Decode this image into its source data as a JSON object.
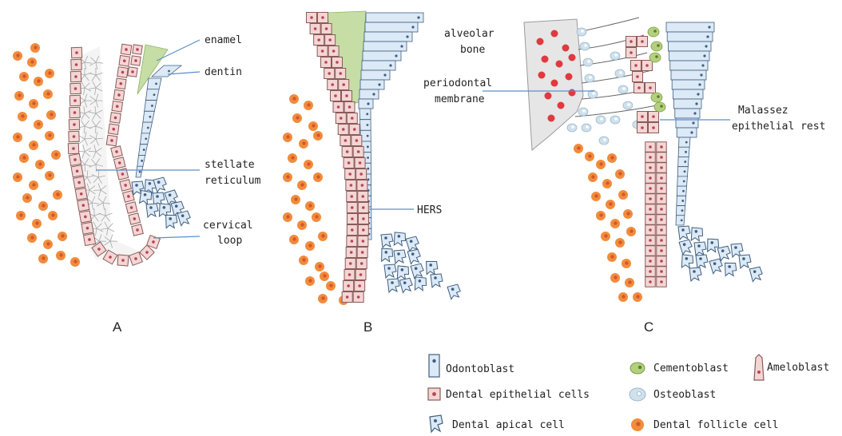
{
  "panels": {
    "a": "A",
    "b": "B",
    "c": "C"
  },
  "labels": {
    "enamel": "enamel",
    "dentin": "dentin",
    "stellate1": "stellate",
    "stellate2": "reticulum",
    "cervical1": "cervical",
    "cervical2": "loop",
    "hers": "HERS",
    "alveolar1": "alveolar",
    "alveolar2": "bone",
    "perio1": "periodontal",
    "perio2": "membrane",
    "malassez1": "Malassez",
    "malassez2": "epithelial rest"
  },
  "legend": {
    "odontoblast": "Odontoblast",
    "epithelial": "Dental epithelial cells",
    "apical": "Dental apical cell",
    "cementoblast": "Cementoblast",
    "osteoblast": "Osteoblast",
    "follicle": "Dental follicle cell",
    "ameloblast": "Ameloblast"
  },
  "colors": {
    "epithelial_fill": "#f3d6d4",
    "epithelial_stroke": "#8a5a58",
    "odontoblast_fill": "#dce9f6",
    "odontoblast_stroke": "#3f5f80",
    "enamel": "#c6dea6",
    "follicle": "#f08c3c",
    "bone": "#e6e6e6",
    "bone_spot": "#e0393e",
    "osteoblast": "#cfe1ec",
    "cementoblast": "#b3d07c",
    "leader": "#5b8fc9"
  }
}
